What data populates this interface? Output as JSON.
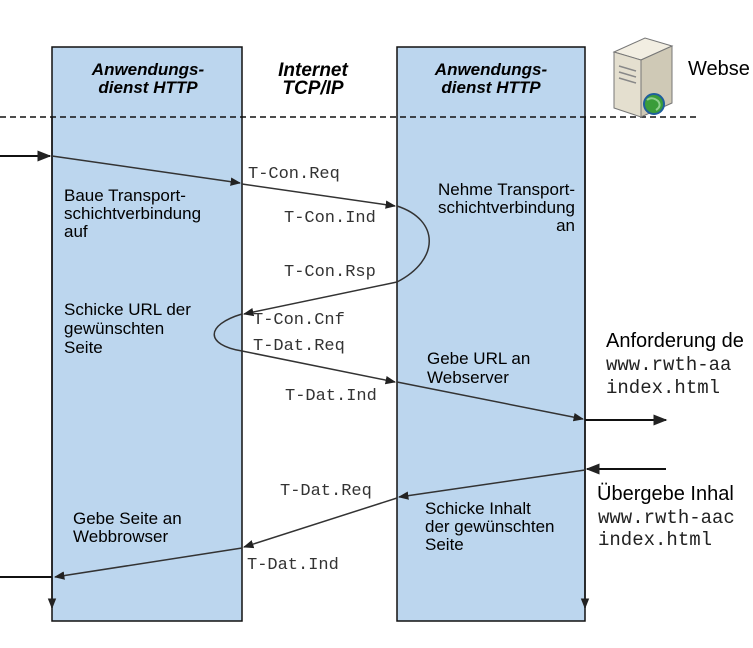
{
  "left_column": {
    "title_line1": "Anwendungs-",
    "title_line2": "dienst HTTP"
  },
  "right_column": {
    "title_line1": "Anwendungs-",
    "title_line2": "dienst HTTP"
  },
  "middle": {
    "title_line1": "Internet",
    "title_line2": "TCP/IP"
  },
  "server_label": "Webse",
  "primitives": {
    "t_con_req": "T-Con.Req",
    "t_con_ind": "T-Con.Ind",
    "t_con_rsp": "T-Con.Rsp",
    "t_con_cnf": "T-Con.Cnf",
    "t_dat_req_1": "T-Dat.Req",
    "t_dat_ind_1": "T-Dat.Ind",
    "t_dat_req_2": "T-Dat.Req",
    "t_dat_ind_2": "T-Dat.Ind"
  },
  "left_texts": {
    "build": [
      "Baue Transport-",
      "schichtverbindung",
      "auf"
    ],
    "send_url": [
      "Schicke URL der",
      "gewünschten",
      "Seite"
    ],
    "give_page": [
      "Gebe Seite an",
      "Webbrowser"
    ]
  },
  "right_texts": {
    "accept": [
      "Nehme Transport-",
      "schichtverbindung",
      "an"
    ],
    "give_url": [
      "Gebe URL an",
      "Webserver"
    ],
    "send_content": [
      "Schicke Inhalt",
      "der gewünschten",
      "Seite"
    ]
  },
  "far_right": {
    "request_title": "Anforderung de",
    "request_url": [
      "www.rwth-aa",
      "index.html"
    ],
    "deliver_title": "Übergebe Inhal",
    "deliver_url": [
      "www.rwth-aac",
      "index.html"
    ]
  },
  "colors": {
    "column_fill": "#bcd6ee",
    "line": "#333333"
  }
}
